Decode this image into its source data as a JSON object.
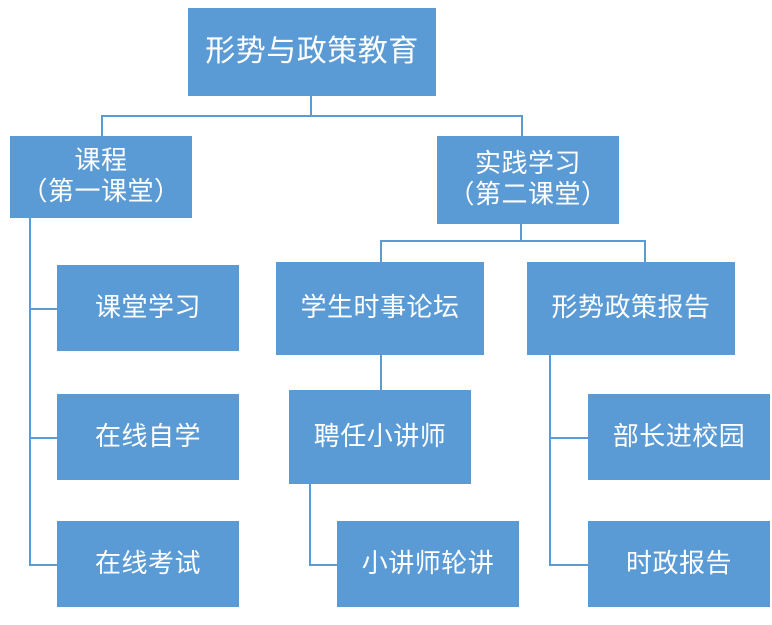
{
  "diagram": {
    "type": "organization-chart",
    "title_text": "形势与政策教育",
    "colors": {
      "node_fill": "#5B9BD5",
      "node_text": "#FFFFFF",
      "connector": "#5B9BD5",
      "background": "#FFFFFF"
    },
    "nodes": {
      "root": {
        "label": "形势与政策教育",
        "level": 1
      },
      "curriculum": {
        "label_line1": "课程",
        "label_line2": "（第一课堂）",
        "level": 2
      },
      "practice": {
        "label_line1": "实践学习",
        "label_line2": "（第二课堂）",
        "level": 2
      },
      "classroom_study": {
        "label": "课堂学习",
        "level": 3
      },
      "online_self_study": {
        "label": "在线自学",
        "level": 3
      },
      "online_exam": {
        "label": "在线考试",
        "level": 3
      },
      "student_forum": {
        "label": "学生时事论坛",
        "level": 3
      },
      "appoint_lecturer": {
        "label": "聘任小讲师",
        "level": 4
      },
      "lecturer_rotation": {
        "label": "小讲师轮讲",
        "level": 5
      },
      "policy_report": {
        "label": "形势政策报告",
        "level": 3
      },
      "minister_campus": {
        "label": "部长进校园",
        "level": 4
      },
      "current_affairs_report": {
        "label": "时政报告",
        "level": 4
      }
    }
  }
}
